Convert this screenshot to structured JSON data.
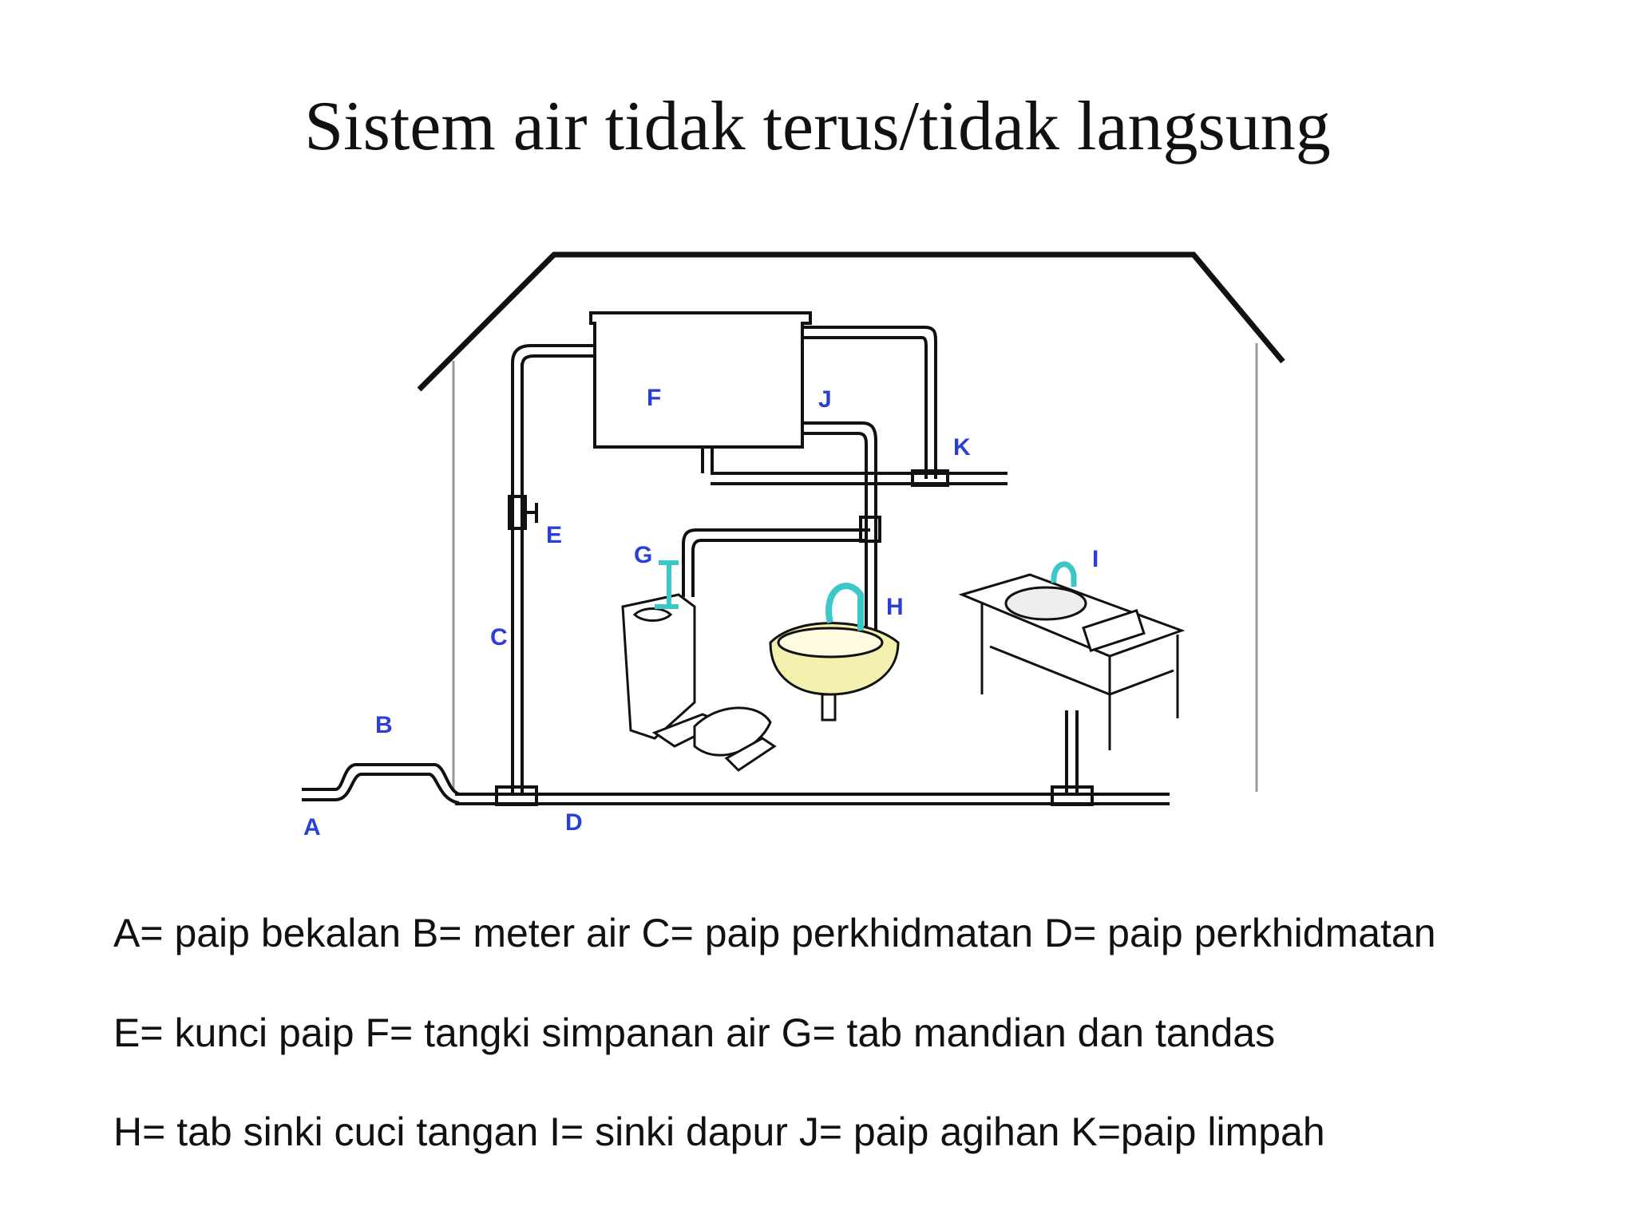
{
  "title": "Sistem air tidak terus/tidak langsung",
  "diagram": {
    "labels": {
      "A": "A",
      "B": "B",
      "C": "C",
      "D": "D",
      "E": "E",
      "F": "F",
      "G": "G",
      "H": "H",
      "I": "I",
      "J": "J",
      "K": "K"
    },
    "colors": {
      "label": "#2b3fd6",
      "pipe": "#111111",
      "tap": "#3cc8c8",
      "basin": "#f3f0b0"
    }
  },
  "legend": {
    "line1": "A= paip bekalan  B= meter air  C= paip perkhidmatan  D= paip perkhidmatan",
    "line2": "E= kunci paip  F= tangki simpanan air  G= tab mandian dan tandas",
    "line3": "H= tab sinki cuci tangan  I= sinki dapur  J= paip agihan K=paip limpah"
  }
}
